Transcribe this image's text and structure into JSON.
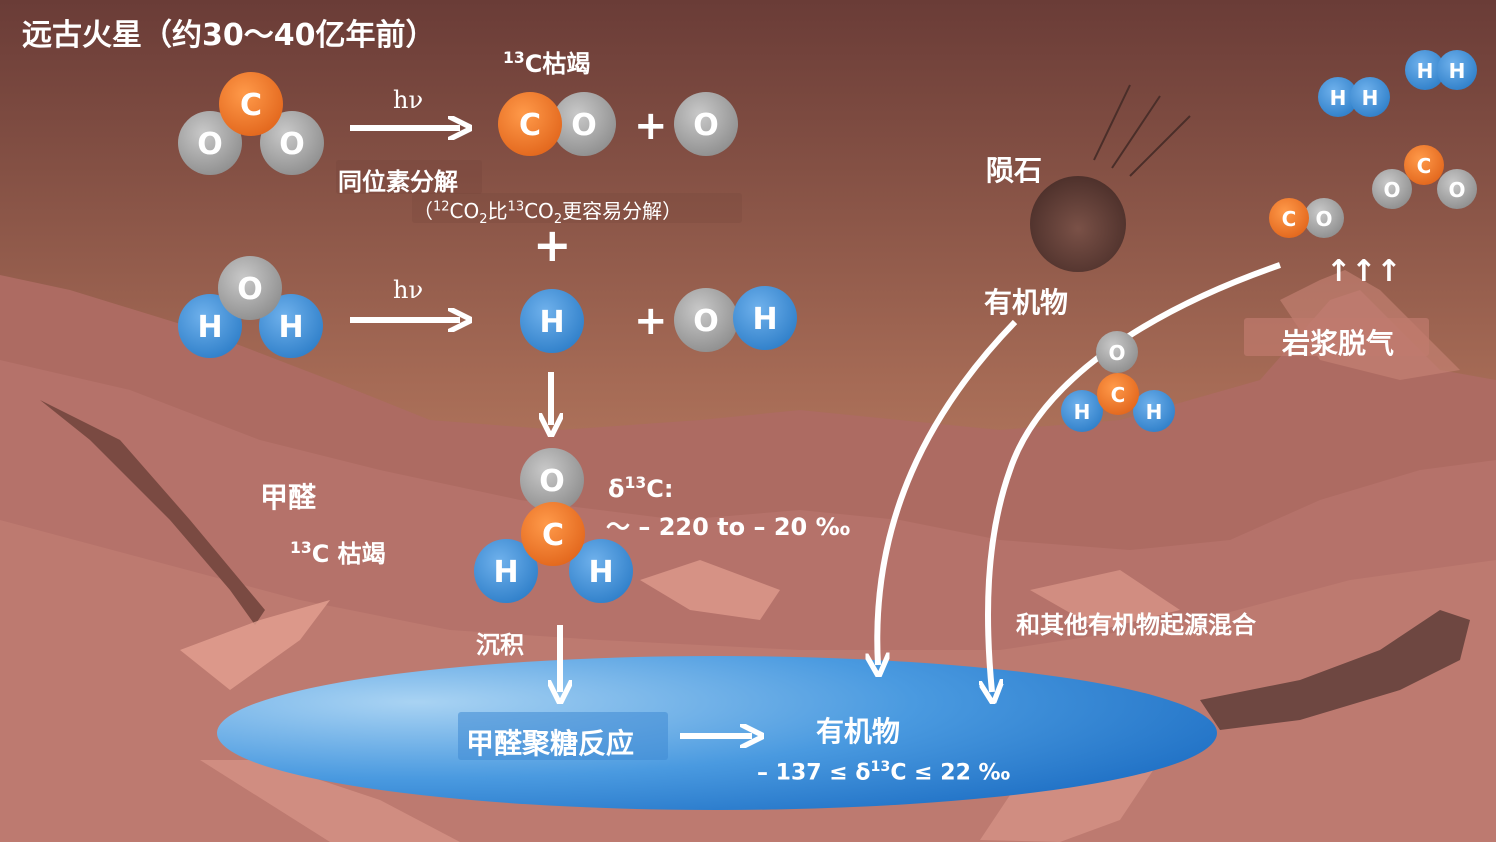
{
  "title": "远古火星（约30～40亿年前）",
  "top_label": {
    "sup": "13",
    "text": "C枯竭"
  },
  "hv_top": "hν",
  "hv_mid": "hν",
  "isotope_decomp": "同位素分解",
  "isotope_note": {
    "open": "（",
    "sup1": "12",
    "co_a": "CO",
    "sub1": "2",
    "bi": "比",
    "sup2": "13",
    "co_b": "CO",
    "sub2": "2",
    "rest": "更容易分解）"
  },
  "formaldehyde": "甲醛",
  "formaldehyde_sub": {
    "sup": "13",
    "text": "C 枯竭"
  },
  "delta_label": {
    "pre": "δ",
    "sup": "13",
    "post": "C:"
  },
  "delta_range": "～ – 220 to – 20 ‰",
  "deposit": "沉积",
  "formose": "甲醛聚糖反应",
  "organics": "有机物",
  "organics_range": {
    "pre": "– 137 ≤ δ",
    "sup": "13",
    "post": "C ≤ 22 ‰"
  },
  "meteorite": "陨石",
  "meteorite_organics": "有机物",
  "magma_arrows": "↑↑↑",
  "magma": "岩浆脱气",
  "mix": "和其他有机物起源混合",
  "plus": "+",
  "atoms": {
    "C": "C",
    "O": "O",
    "H": "H"
  },
  "colors": {
    "carbon": "#f07a2a",
    "oxygen": "#a3a3a3",
    "hydrogen": "#3f8fd6",
    "sky_top": "#6a3c37",
    "sky_bottom": "#d69a72",
    "ground": "#b26a62",
    "lake": "#3a8fd8"
  }
}
